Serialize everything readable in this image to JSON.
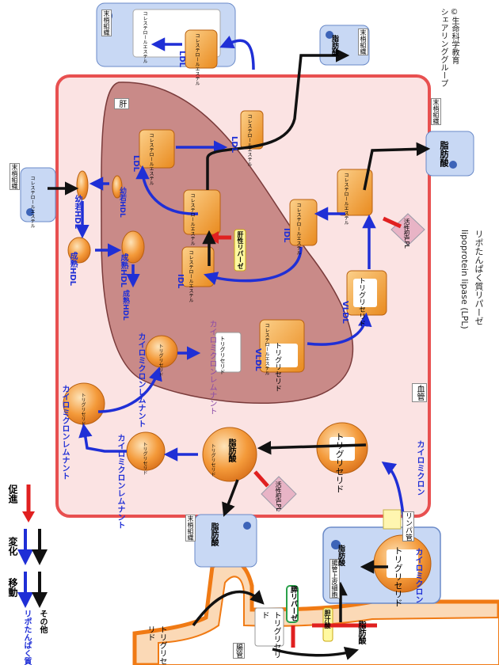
{
  "credit": {
    "copyright": "©生命科学教育",
    "group": "シェアリンググループ"
  },
  "legend": {
    "lipoprotein": "リポたんぱく質",
    "other": "その他",
    "move": "移動",
    "change": "変化",
    "promote": "促進"
  },
  "lpl_note": {
    "ja": "リポたんぱく質リパーゼ",
    "en": "lipoprotein lipase (LPL)"
  },
  "regions": {
    "liver": "肝",
    "blood_vessel": "血管",
    "lymph_vessel": "リンパ管",
    "intestine": "腸管",
    "epithelial": "腸管上皮細胞",
    "peripheral": "末梢組織"
  },
  "molecules": {
    "triglyceride": "トリグリセリド",
    "triglyceride_small": "トリグリセリド",
    "cholesterol_ester": "コレステロールエステル",
    "fatty_acid": "脂肪酸",
    "cholesterol_short": "コレステロール"
  },
  "lipoproteins": {
    "chylomicron": "カイロミクロン",
    "chylomicron_remnant": "カイロミクロンレムナント",
    "vldl": "VLDL",
    "idl": "IDL",
    "ldl": "LDL",
    "young_hdl": "幼若HDL",
    "mature_hdl": "成熟HDL"
  },
  "enzymes": {
    "pancreatic_lipase": "膵リパーゼ",
    "bile_acid": "胆汁酸",
    "hepatic_lipase": "肝性リパーゼ",
    "active_lpl": "活性型LPL"
  },
  "colors": {
    "blue_arrow": "#1f2fd6",
    "black_arrow": "#111111",
    "red_arrow": "#e02020",
    "orange": "#f08c28",
    "liver": "#c98a88",
    "vessel_fill": "#fbe3e3",
    "vessel_border": "#e85050",
    "tissue": "#c8d8f4",
    "lpl_fill": "#e8b4c6"
  }
}
